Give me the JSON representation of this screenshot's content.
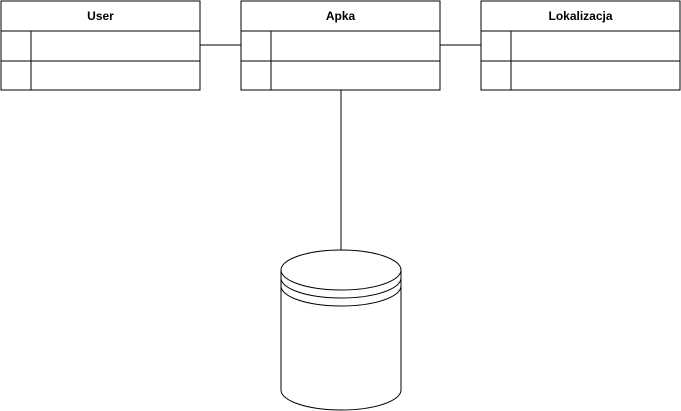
{
  "diagram": {
    "entities": [
      {
        "id": "user",
        "title": "User",
        "rows": [
          {
            "key": "",
            "value": ""
          },
          {
            "key": "",
            "value": ""
          }
        ]
      },
      {
        "id": "apka",
        "title": "Apka",
        "rows": [
          {
            "key": "",
            "value": ""
          },
          {
            "key": "",
            "value": ""
          }
        ]
      },
      {
        "id": "lokalizacja",
        "title": "Lokalizacja",
        "rows": [
          {
            "key": "",
            "value": ""
          },
          {
            "key": "",
            "value": ""
          }
        ]
      }
    ],
    "connections": [
      {
        "from": "user",
        "to": "apka"
      },
      {
        "from": "apka",
        "to": "lokalizacja"
      },
      {
        "from": "apka",
        "to": "database"
      }
    ],
    "database": {
      "id": "database",
      "label": ""
    },
    "colors": {
      "stroke": "#000000",
      "fill": "#ffffff",
      "text": "#000000"
    }
  }
}
